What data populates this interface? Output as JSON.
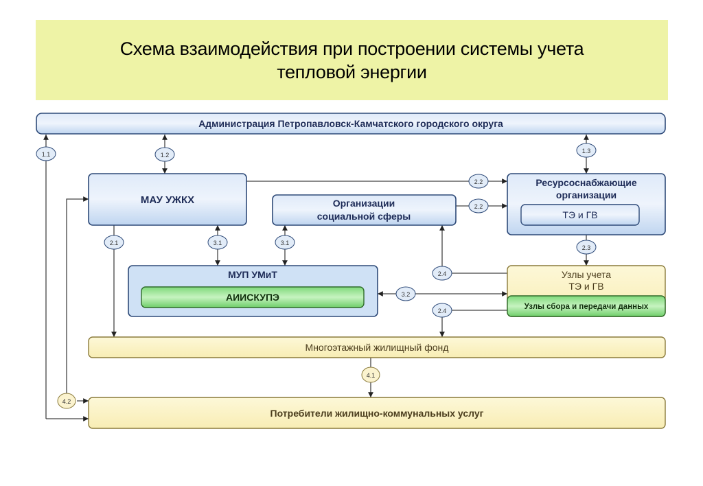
{
  "title": {
    "line1": "Схема взаимодействия при построении системы учета",
    "line2": "тепловой энергии"
  },
  "colors": {
    "blue_fill": "#cfe1f5",
    "blue_stroke": "#2e4a78",
    "blue_text": "#1d2b57",
    "yellow_fill": "#fcf6cc",
    "yellow_stroke": "#8a7a3a",
    "yellow_text": "#4a3c1c",
    "green_fill": "#8fe08a",
    "green_stroke": "#2f6b2a",
    "green_text": "#10300c",
    "line": "#333333",
    "badge_blue_fill": "#e2ecf8",
    "badge_yellow_fill": "#fbf3cf"
  },
  "nodes": {
    "admin": "Администрация Петропавловск-Камчатского городского округа",
    "mau": "МАУ УЖКХ",
    "social_line1": "Организации",
    "social_line2": "социальной сферы",
    "rso_line1": "Ресурсоснабжающие",
    "rso_line2": "организации",
    "te_gv": "ТЭ и ГВ",
    "mup": "МУП УМиТ",
    "aiiskupe": "АИИСКУПЭ",
    "meters_line1": "Узлы учета",
    "meters_line2": "ТЭ и ГВ",
    "data_nodes": "Узлы сбора и передачи данных",
    "housing": "Многоэтажный жилищный фонд",
    "consumers": "Потребители жилищно-коммунальных услуг"
  },
  "badges": {
    "b11": "1.1",
    "b12": "1.2",
    "b13": "1.3",
    "b21": "2.1",
    "b22a": "2.2",
    "b22b": "2.2",
    "b23": "2.3",
    "b24a": "2.4",
    "b24b": "2.4",
    "b31a": "3.1",
    "b31b": "3.1",
    "b32": "3.2",
    "b41": "4.1",
    "b42": "4.2"
  }
}
